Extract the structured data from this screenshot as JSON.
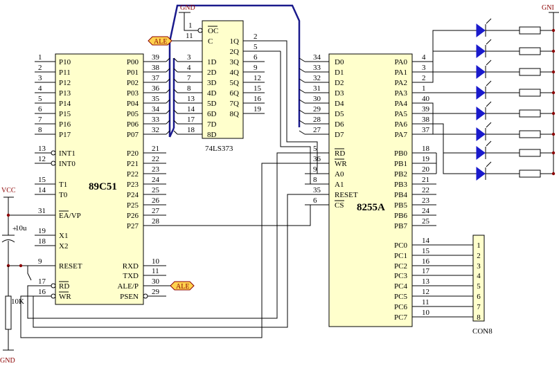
{
  "u89": {
    "name": "89C51",
    "left": [
      {
        "n": "1",
        "l": "P10"
      },
      {
        "n": "2",
        "l": "P11"
      },
      {
        "n": "3",
        "l": "P12"
      },
      {
        "n": "4",
        "l": "P13"
      },
      {
        "n": "5",
        "l": "P14"
      },
      {
        "n": "6",
        "l": "P15"
      },
      {
        "n": "7",
        "l": "P16"
      },
      {
        "n": "8",
        "l": "P17"
      },
      {
        "n": "13",
        "l": "INT1",
        "bub": true
      },
      {
        "n": "12",
        "l": "INT0",
        "bub": true
      },
      {
        "n": "15",
        "l": "T1"
      },
      {
        "n": "14",
        "l": "T0"
      },
      {
        "n": "31",
        "l": "EA/VP",
        "ob": "EA"
      },
      {
        "n": "19",
        "l": "X1"
      },
      {
        "n": "18",
        "l": "X2"
      },
      {
        "n": "9",
        "l": "RESET"
      },
      {
        "n": "17",
        "l": "RD",
        "bub": true,
        "ob": "RD"
      },
      {
        "n": "16",
        "l": "WR",
        "bub": true,
        "ob": "WR"
      }
    ],
    "right": [
      {
        "n": "39",
        "l": "P00"
      },
      {
        "n": "38",
        "l": "P01"
      },
      {
        "n": "37",
        "l": "P02"
      },
      {
        "n": "36",
        "l": "P03"
      },
      {
        "n": "35",
        "l": "P04"
      },
      {
        "n": "34",
        "l": "P05"
      },
      {
        "n": "33",
        "l": "P06"
      },
      {
        "n": "32",
        "l": "P07"
      },
      {
        "n": "21",
        "l": "P20"
      },
      {
        "n": "22",
        "l": "P21"
      },
      {
        "n": "23",
        "l": "P22"
      },
      {
        "n": "24",
        "l": "P23"
      },
      {
        "n": "25",
        "l": "P24"
      },
      {
        "n": "26",
        "l": "P25"
      },
      {
        "n": "27",
        "l": "P26"
      },
      {
        "n": "28",
        "l": "P27"
      },
      {
        "n": "10",
        "l": "RXD"
      },
      {
        "n": "11",
        "l": "TXD"
      },
      {
        "n": "30",
        "l": "ALE/P"
      },
      {
        "n": "29",
        "l": "PSEN",
        "bub": true
      }
    ]
  },
  "u373": {
    "name": "74LS373",
    "oc": {
      "n": "1",
      "l": "OC"
    },
    "c": {
      "n": "11",
      "l": "C"
    },
    "d": [
      {
        "n": "3",
        "l": "1D"
      },
      {
        "n": "4",
        "l": "2D"
      },
      {
        "n": "7",
        "l": "3D"
      },
      {
        "n": "8",
        "l": "4D"
      },
      {
        "n": "13",
        "l": "5D"
      },
      {
        "n": "14",
        "l": "6D"
      },
      {
        "n": "17",
        "l": "7D"
      },
      {
        "n": "18",
        "l": "8D"
      }
    ],
    "q": [
      {
        "n": "2",
        "l": "1Q"
      },
      {
        "n": "5",
        "l": "2Q"
      },
      {
        "n": "6",
        "l": "3Q"
      },
      {
        "n": "9",
        "l": "4Q"
      },
      {
        "n": "12",
        "l": "5Q"
      },
      {
        "n": "15",
        "l": "6Q"
      },
      {
        "n": "16",
        "l": "7Q"
      },
      {
        "n": "19",
        "l": "8Q"
      }
    ]
  },
  "u8255": {
    "name": "8255A",
    "d": [
      {
        "n": "34",
        "l": "D0"
      },
      {
        "n": "33",
        "l": "D1"
      },
      {
        "n": "32",
        "l": "D2"
      },
      {
        "n": "31",
        "l": "D3"
      },
      {
        "n": "30",
        "l": "D4"
      },
      {
        "n": "29",
        "l": "D5"
      },
      {
        "n": "28",
        "l": "D6"
      },
      {
        "n": "27",
        "l": "D7"
      }
    ],
    "ctl": [
      {
        "n": "5",
        "l": "RD",
        "ob": "RD"
      },
      {
        "n": "36",
        "l": "WR",
        "ob": "WR"
      },
      {
        "n": "9",
        "l": "A0"
      },
      {
        "n": "8",
        "l": "A1"
      },
      {
        "n": "35",
        "l": "RESET"
      },
      {
        "n": "6",
        "l": "CS",
        "ob": "CS"
      }
    ],
    "pa": [
      {
        "n": "4",
        "l": "PA0"
      },
      {
        "n": "3",
        "l": "PA1"
      },
      {
        "n": "2",
        "l": "PA2"
      },
      {
        "n": "1",
        "l": "PA3"
      },
      {
        "n": "40",
        "l": "PA4"
      },
      {
        "n": "39",
        "l": "PA5"
      },
      {
        "n": "38",
        "l": "PA6"
      },
      {
        "n": "37",
        "l": "PA7"
      }
    ],
    "pb": [
      {
        "n": "18",
        "l": "PB0"
      },
      {
        "n": "19",
        "l": "PB1"
      },
      {
        "n": "20",
        "l": "PB2"
      },
      {
        "n": "21",
        "l": "PB3"
      },
      {
        "n": "22",
        "l": "PB4"
      },
      {
        "n": "23",
        "l": "PB5"
      },
      {
        "n": "24",
        "l": "PB6"
      },
      {
        "n": "25",
        "l": "PB7"
      }
    ],
    "pc": [
      {
        "n": "14",
        "l": "PC0"
      },
      {
        "n": "15",
        "l": "PC1"
      },
      {
        "n": "16",
        "l": "PC2"
      },
      {
        "n": "17",
        "l": "PC3"
      },
      {
        "n": "13",
        "l": "PC4"
      },
      {
        "n": "12",
        "l": "PC5"
      },
      {
        "n": "11",
        "l": "PC6"
      },
      {
        "n": "10",
        "l": "PC7"
      }
    ]
  },
  "con8": {
    "name": "CON8",
    "pins": [
      "1",
      "2",
      "3",
      "4",
      "5",
      "6",
      "7",
      "8"
    ]
  },
  "labels": {
    "gnd_top": "GND",
    "gnd_right": "GNI",
    "gnd_bottom": "GND",
    "vcc": "VCC",
    "cap": "10u",
    "cap_plus": "+",
    "res": "10K",
    "ale": "ALE"
  },
  "colors": {
    "chip": "#ffffcc",
    "bus": "#1a1a8c",
    "led": "#1a1acc",
    "label": "#8b0000",
    "ale_fill": "#ffd24d"
  }
}
